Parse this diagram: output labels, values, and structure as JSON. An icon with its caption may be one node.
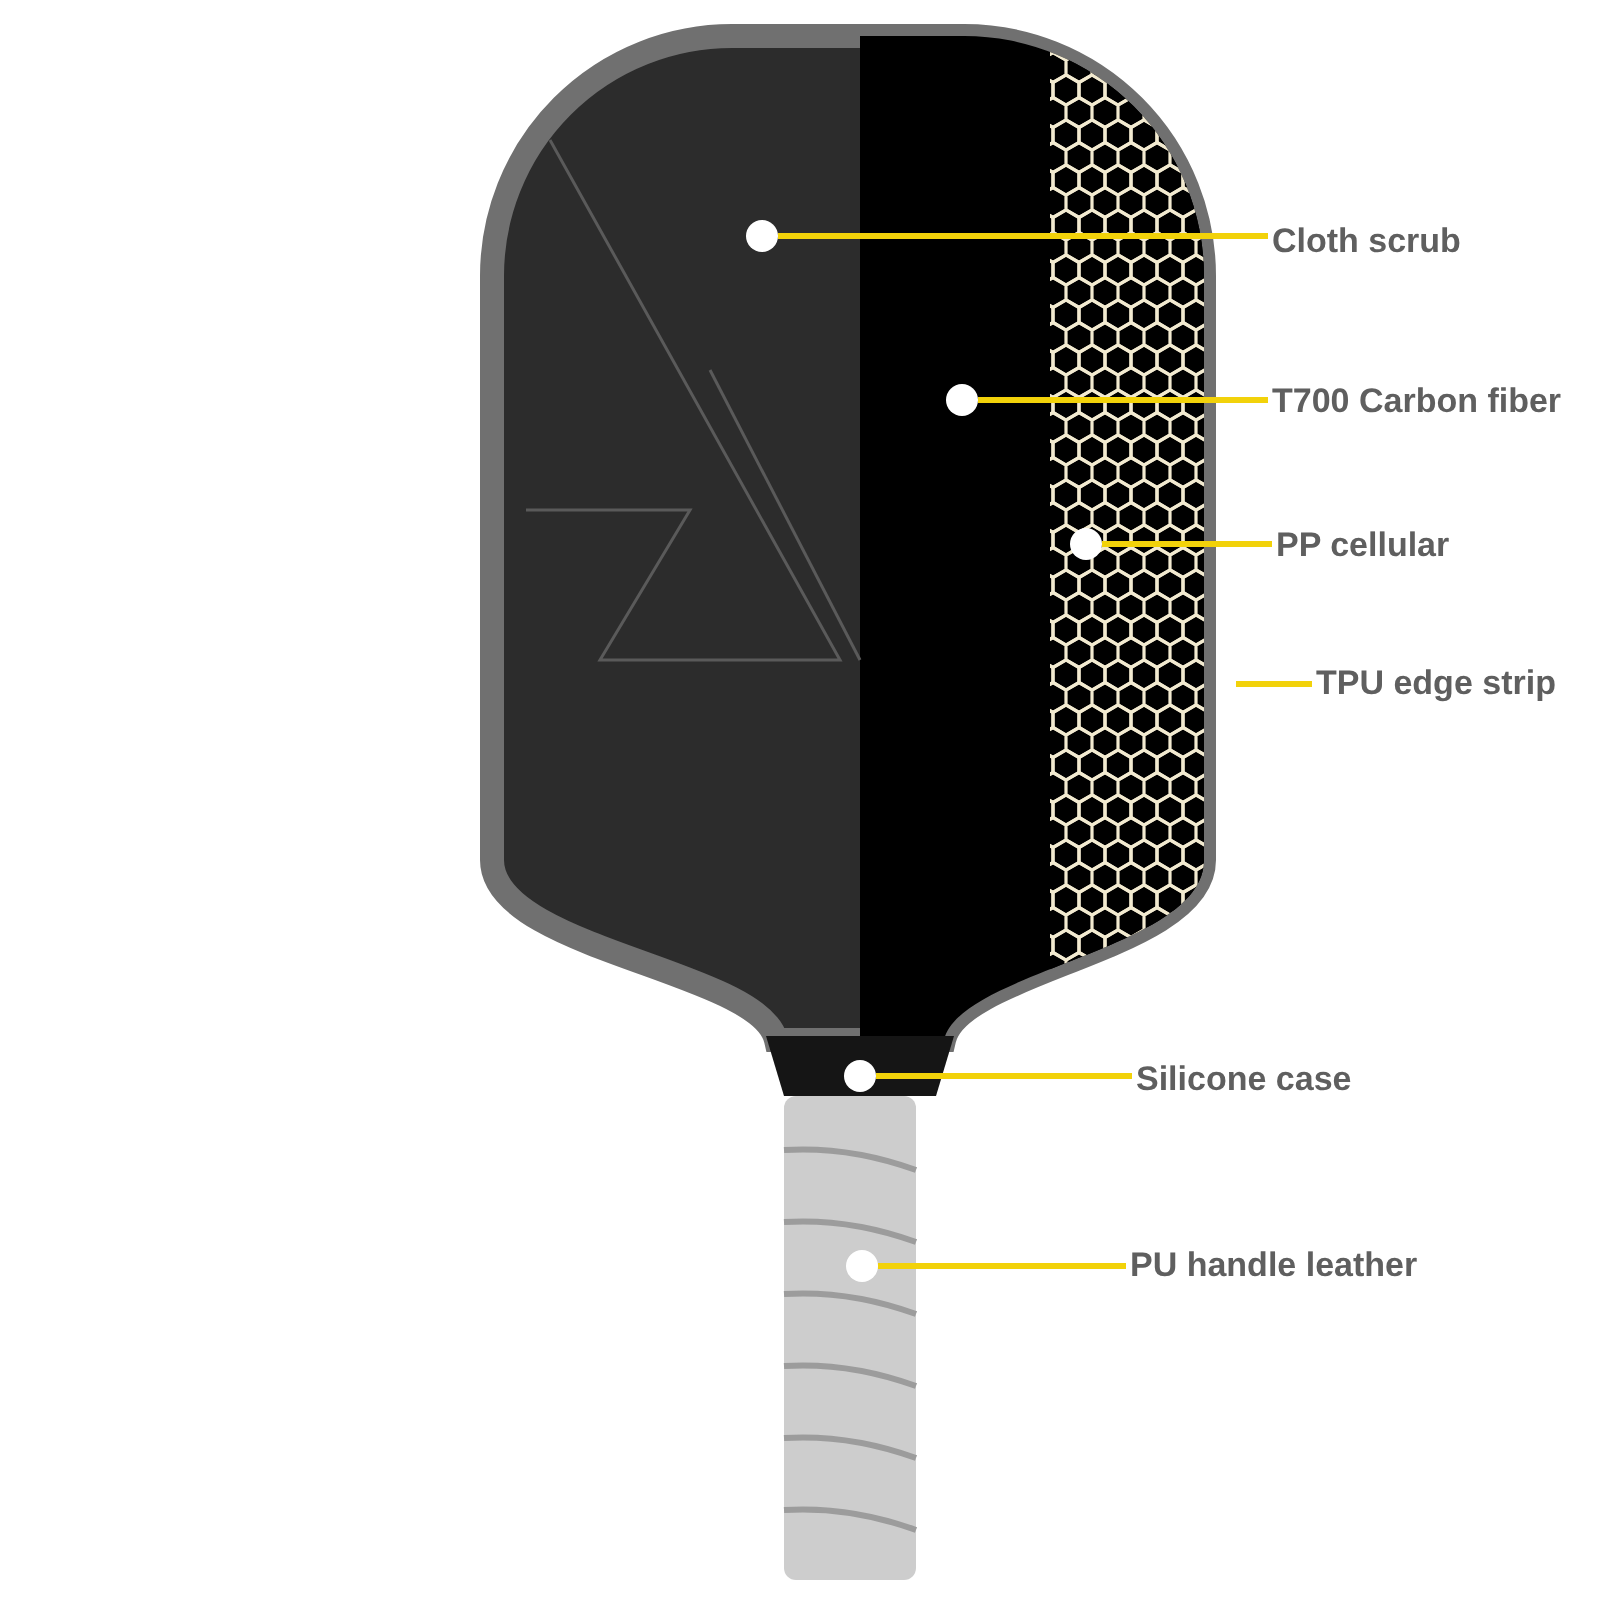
{
  "diagram": {
    "nodes": [
      {
        "text": [
          "Cloth scrub"
        ]
      },
      {
        "text": [
          "T700 Carbon fiber"
        ]
      },
      {
        "text": [
          "PP cellular"
        ]
      },
      {
        "text": [
          "TPU edge strip"
        ]
      },
      {
        "text": [
          "Silicone case"
        ]
      },
      {
        "text": [
          "PU handle leather"
        ]
      },
      {
        "text": [],
        "shape": "circle"
      },
      {
        "text": [],
        "shape": "circle"
      },
      {
        "text": [],
        "shape": "circle"
      },
      {
        "text": [],
        "shape": "circle"
      },
      {
        "text": [],
        "shape": "circle"
      }
    ],
    "edges": [
      {
        "from": 0,
        "to": 6,
        "arrow": "none"
      },
      {
        "from": 1,
        "to": 7,
        "arrow": "none"
      },
      {
        "from": 2,
        "to": 8,
        "arrow": "none"
      },
      {
        "from": 3,
        "to": null,
        "arrow": "none"
      },
      {
        "from": 4,
        "to": 9,
        "arrow": "none"
      },
      {
        "from": 5,
        "to": 10,
        "arrow": "none"
      }
    ]
  }
}
